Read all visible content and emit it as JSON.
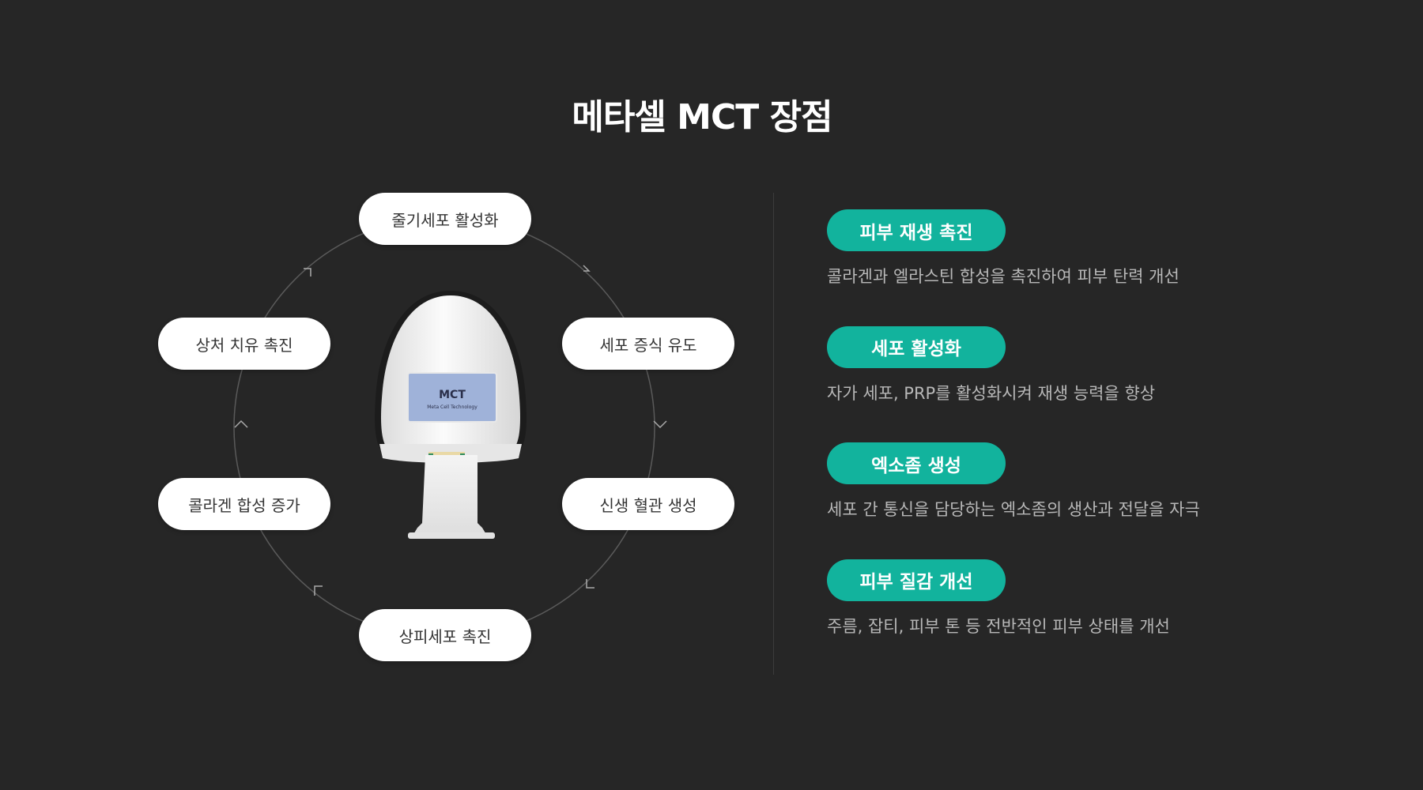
{
  "page": {
    "title": "메타셀 MCT 장점"
  },
  "cycle": {
    "items": [
      "줄기세포 활성화",
      "세포 증식 유도",
      "신생 혈관 생성",
      "상피세포 촉진",
      "콜라겐 합성 증가",
      "상처 치유 촉진"
    ]
  },
  "device": {
    "brand": "MCT",
    "subtitle": "Meta Cell Technology"
  },
  "benefits": [
    {
      "label": "피부 재생 촉진",
      "desc": "콜라겐과 엘라스틴 합성을 촉진하여 피부 탄력 개선"
    },
    {
      "label": "세포 활성화",
      "desc": "자가 세포, PRP를 활성화시켜 재생 능력을 향상"
    },
    {
      "label": "엑소좀 생성",
      "desc": "세포 간 통신을 담당하는 엑소좀의 생산과 전달을 자극"
    },
    {
      "label": "피부 질감 개선",
      "desc": "주름, 잡티, 피부 톤 등 전반적인 피부 상태를 개선"
    }
  ],
  "colors": {
    "background": "#262626",
    "accent": "#12b39d",
    "pill": "#ffffff"
  }
}
